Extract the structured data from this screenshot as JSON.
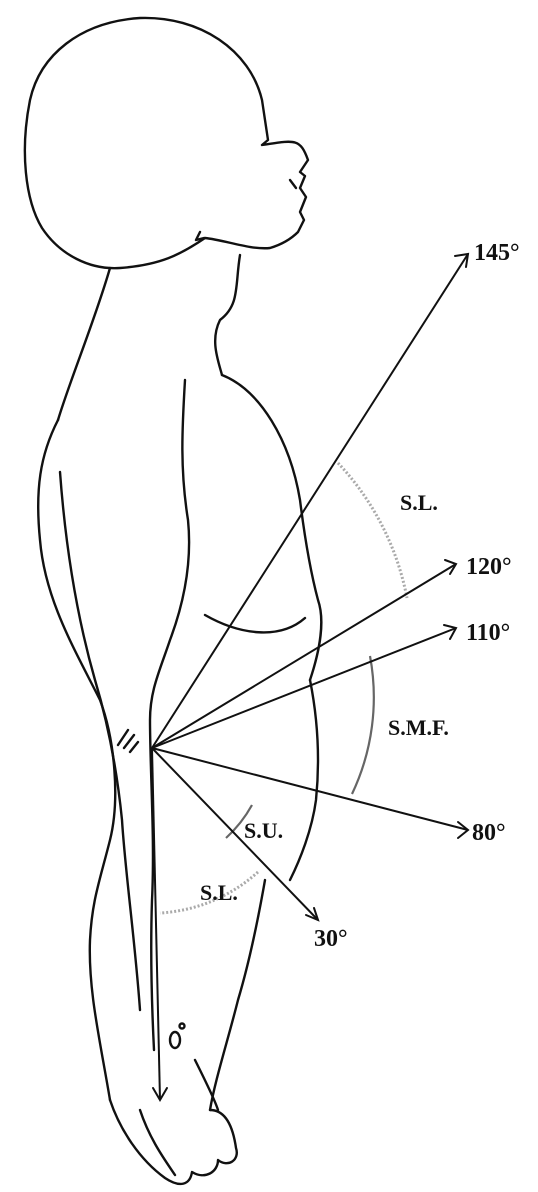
{
  "angle_labels": {
    "a145": "145°",
    "a120": "120°",
    "a110": "110°",
    "a80": "80°",
    "a30": "30°"
  },
  "zone_labels": {
    "sl_upper": "S.L.",
    "smf": "S.M.F.",
    "su": "S.U.",
    "sl_lower": "S.L."
  }
}
